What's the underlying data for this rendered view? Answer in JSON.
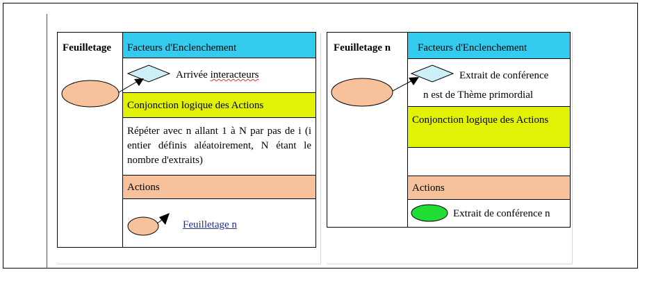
{
  "left_table": {
    "title": "Feuilletage",
    "trigger_header": "Facteurs d'Enclenchement",
    "trigger_item": "Arrivée interacteurs",
    "trigger_item_underlined": "interacteurs",
    "trigger_item_prefix": "Arrivée ",
    "conjunction_header": "Conjonction logique des Actions",
    "conjunction_text": "Répéter avec n allant 1 à N par pas de i (i entier définis aléatoirement, N étant le nombre d'extraits)",
    "actions_header": "Actions",
    "action_link": "Feuilletage n"
  },
  "right_table": {
    "title": "Feuilletage n",
    "trigger_header": "Facteurs d'Enclenchement",
    "trigger_item_line1": "Extrait de conférence",
    "trigger_item_line2": "n est de Thème primordial",
    "conjunction_header": "Conjonction logique des Actions",
    "actions_header": "Actions",
    "action_item": "Extrait de conférence n"
  },
  "colors": {
    "header_cyan": "#33ccee",
    "conjunction_lime": "#e1f206",
    "actions_peach": "#f7c29b",
    "diamond_fill": "#cdf0f8",
    "oval_fill": "#f7c29b",
    "green_oval": "#22dd33",
    "link_color": "#1f2f8f"
  },
  "icons": [
    "diamond-shape",
    "oval-shape",
    "arrow-icon",
    "green-oval-shape"
  ]
}
